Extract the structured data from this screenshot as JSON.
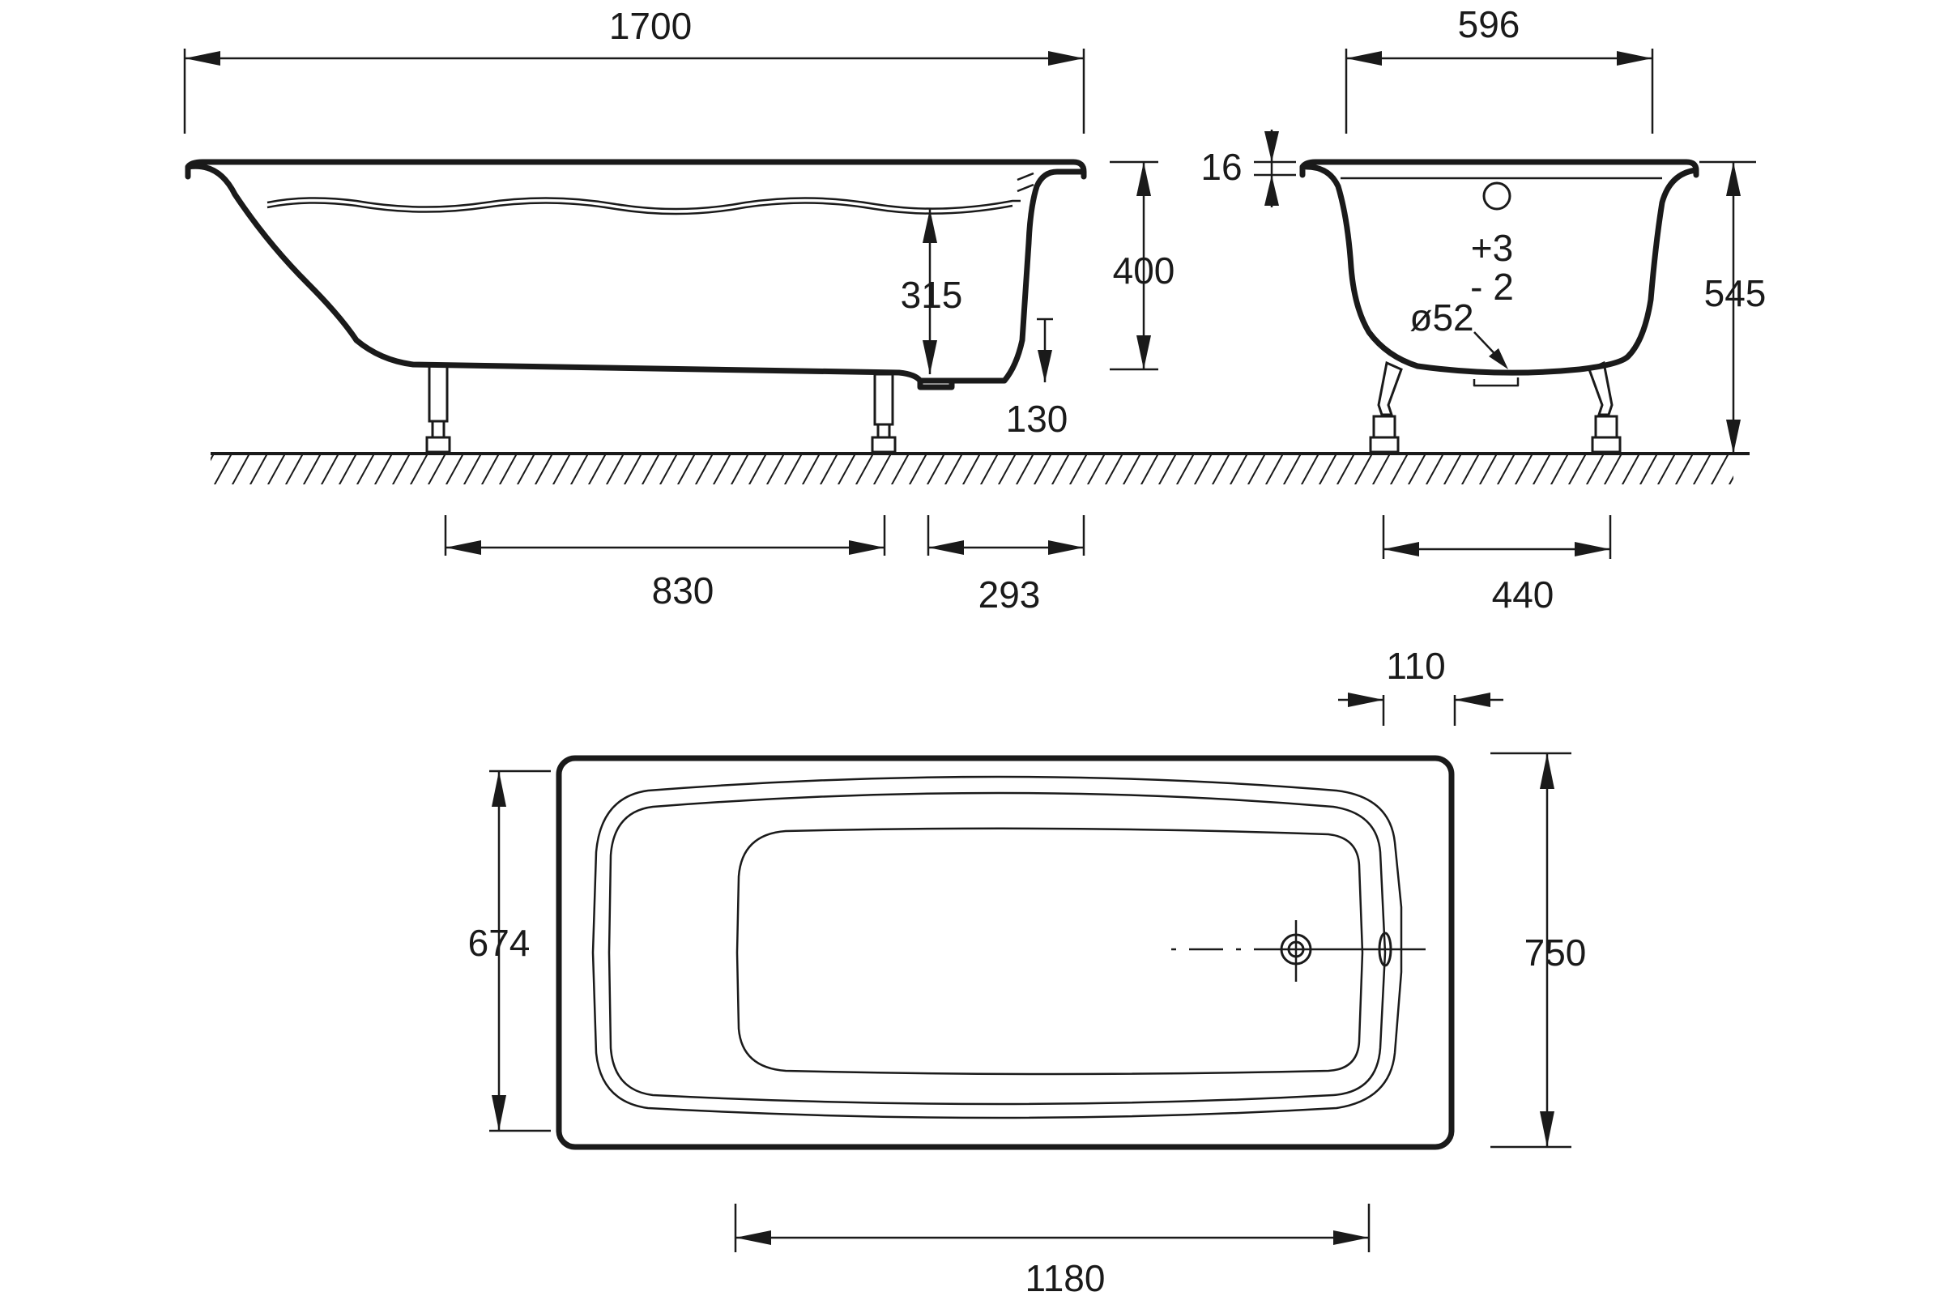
{
  "side_view": {
    "overall_length": "1700",
    "water_depth": "315",
    "inner_height": "400",
    "drain_height": "130",
    "leg_spacing": "830",
    "end_offset": "293"
  },
  "end_view": {
    "width": "596",
    "rim_thickness": "16",
    "overall_height": "545",
    "tolerance_plus": "+3",
    "tolerance_minus": "- 2",
    "drain_diameter": "ø52",
    "leg_spacing": "440"
  },
  "plan_view": {
    "drain_offset": "110",
    "overall_width": "750",
    "inner_width": "674",
    "inner_length": "1180"
  }
}
